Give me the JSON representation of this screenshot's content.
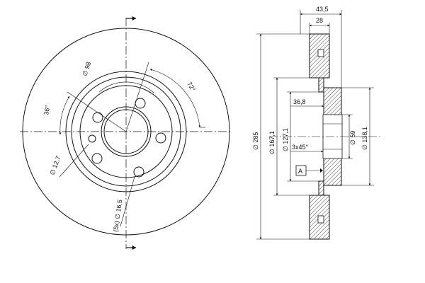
{
  "colors": {
    "line": "#111111",
    "hatch": "#333333",
    "background": "#ffffff"
  },
  "labels": {
    "bolt_circle": "∅ 98",
    "angle_72": "72°",
    "angle_36": "36°",
    "hole_dia": "∅ 12,7",
    "stud_holes": "(5x) ∅ 16,5",
    "width_total": "43,5",
    "width_disc": "28",
    "hat_depth": "36,8",
    "chamfer": "3x45°",
    "datum": "A",
    "dia_outer": "∅ 285",
    "dia_167": "∅ 167,1",
    "dia_127": "∅ 127,1",
    "dia_59": "∅ 59",
    "dia_138": "∅ 138,1"
  }
}
